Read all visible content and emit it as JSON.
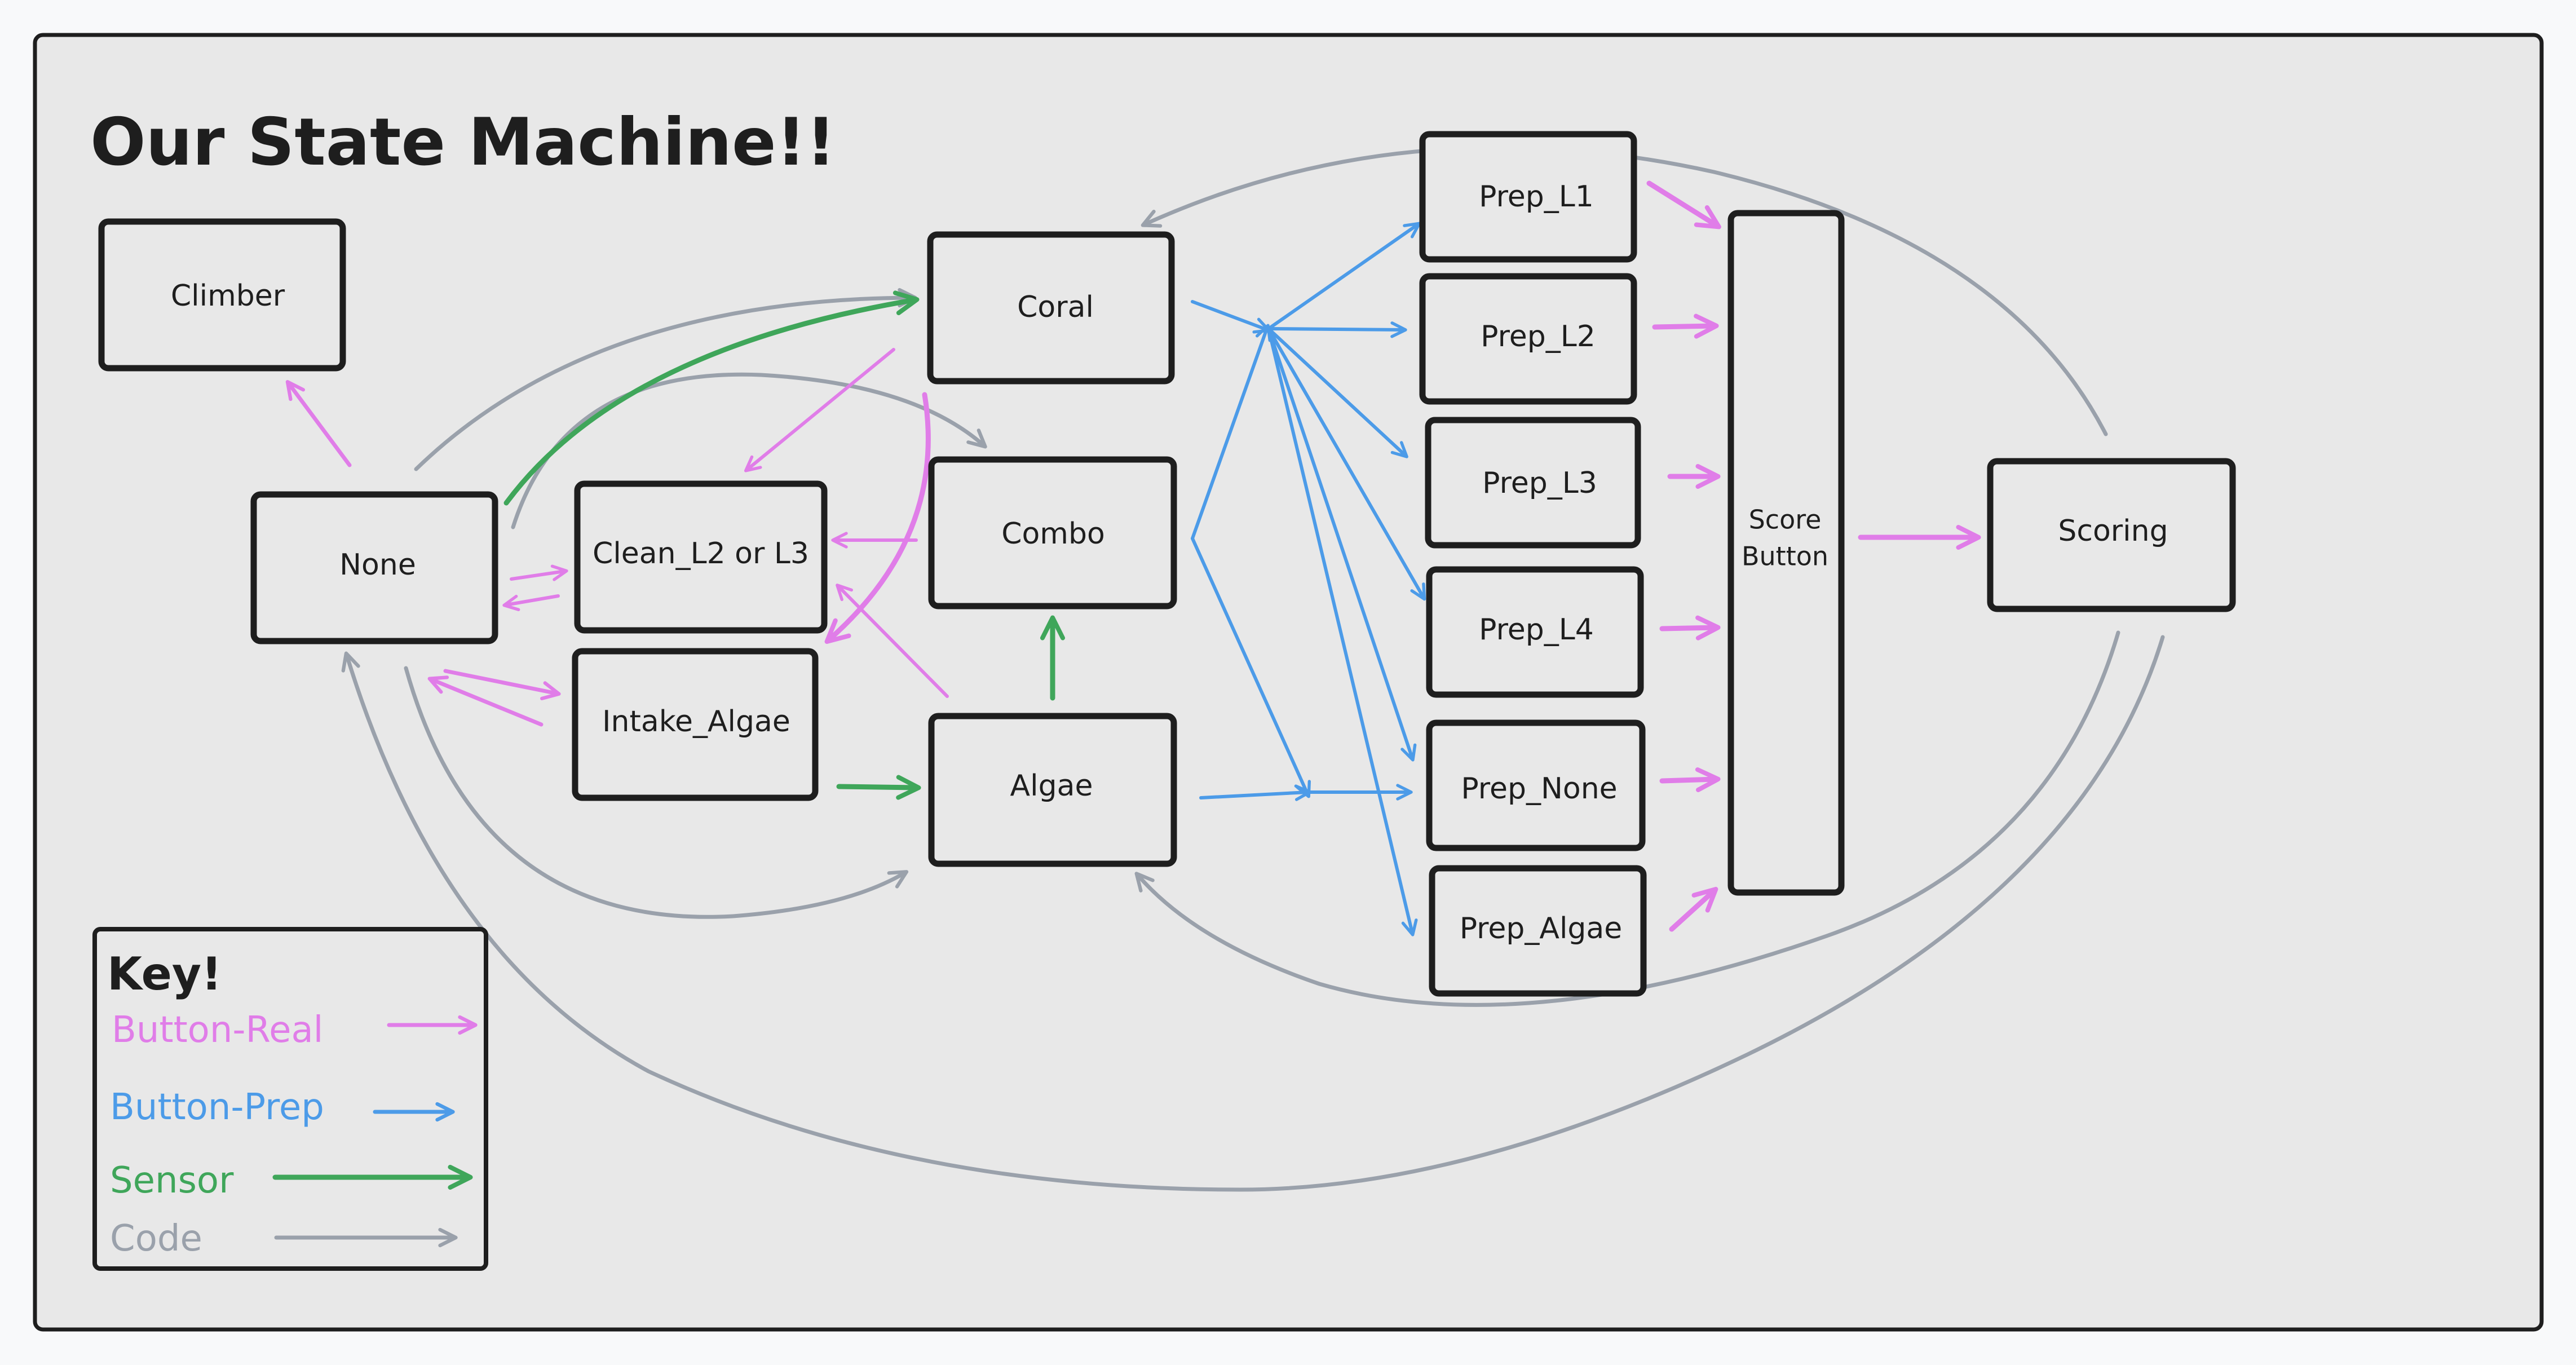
{
  "title": "Our State Machine!!",
  "colors": {
    "button_real": "#e07de8",
    "button_prep": "#4c9be8",
    "sensor": "#3fa65a",
    "code": "#9aa1ab",
    "box_fill": "#e8e8e8",
    "stroke": "#1e1e1e"
  },
  "states": {
    "climber": "Climber",
    "none": "None",
    "clean": "Clean_L2 or L3",
    "intake_algae": "Intake_Algae",
    "coral": "Coral",
    "combo": "Combo",
    "algae": "Algae",
    "prep_l1": "Prep_L1",
    "prep_l2": "Prep_L2",
    "prep_l3": "Prep_L3",
    "prep_l4": "Prep_L4",
    "prep_none": "Prep_None",
    "prep_algae": "Prep_Algae",
    "score_button_line1": "Score",
    "score_button_line2": "Button",
    "scoring": "Scoring"
  },
  "key": {
    "heading": "Key!",
    "button_real": "Button-Real",
    "button_prep": "Button-Prep",
    "sensor": "Sensor",
    "code": "Code"
  }
}
